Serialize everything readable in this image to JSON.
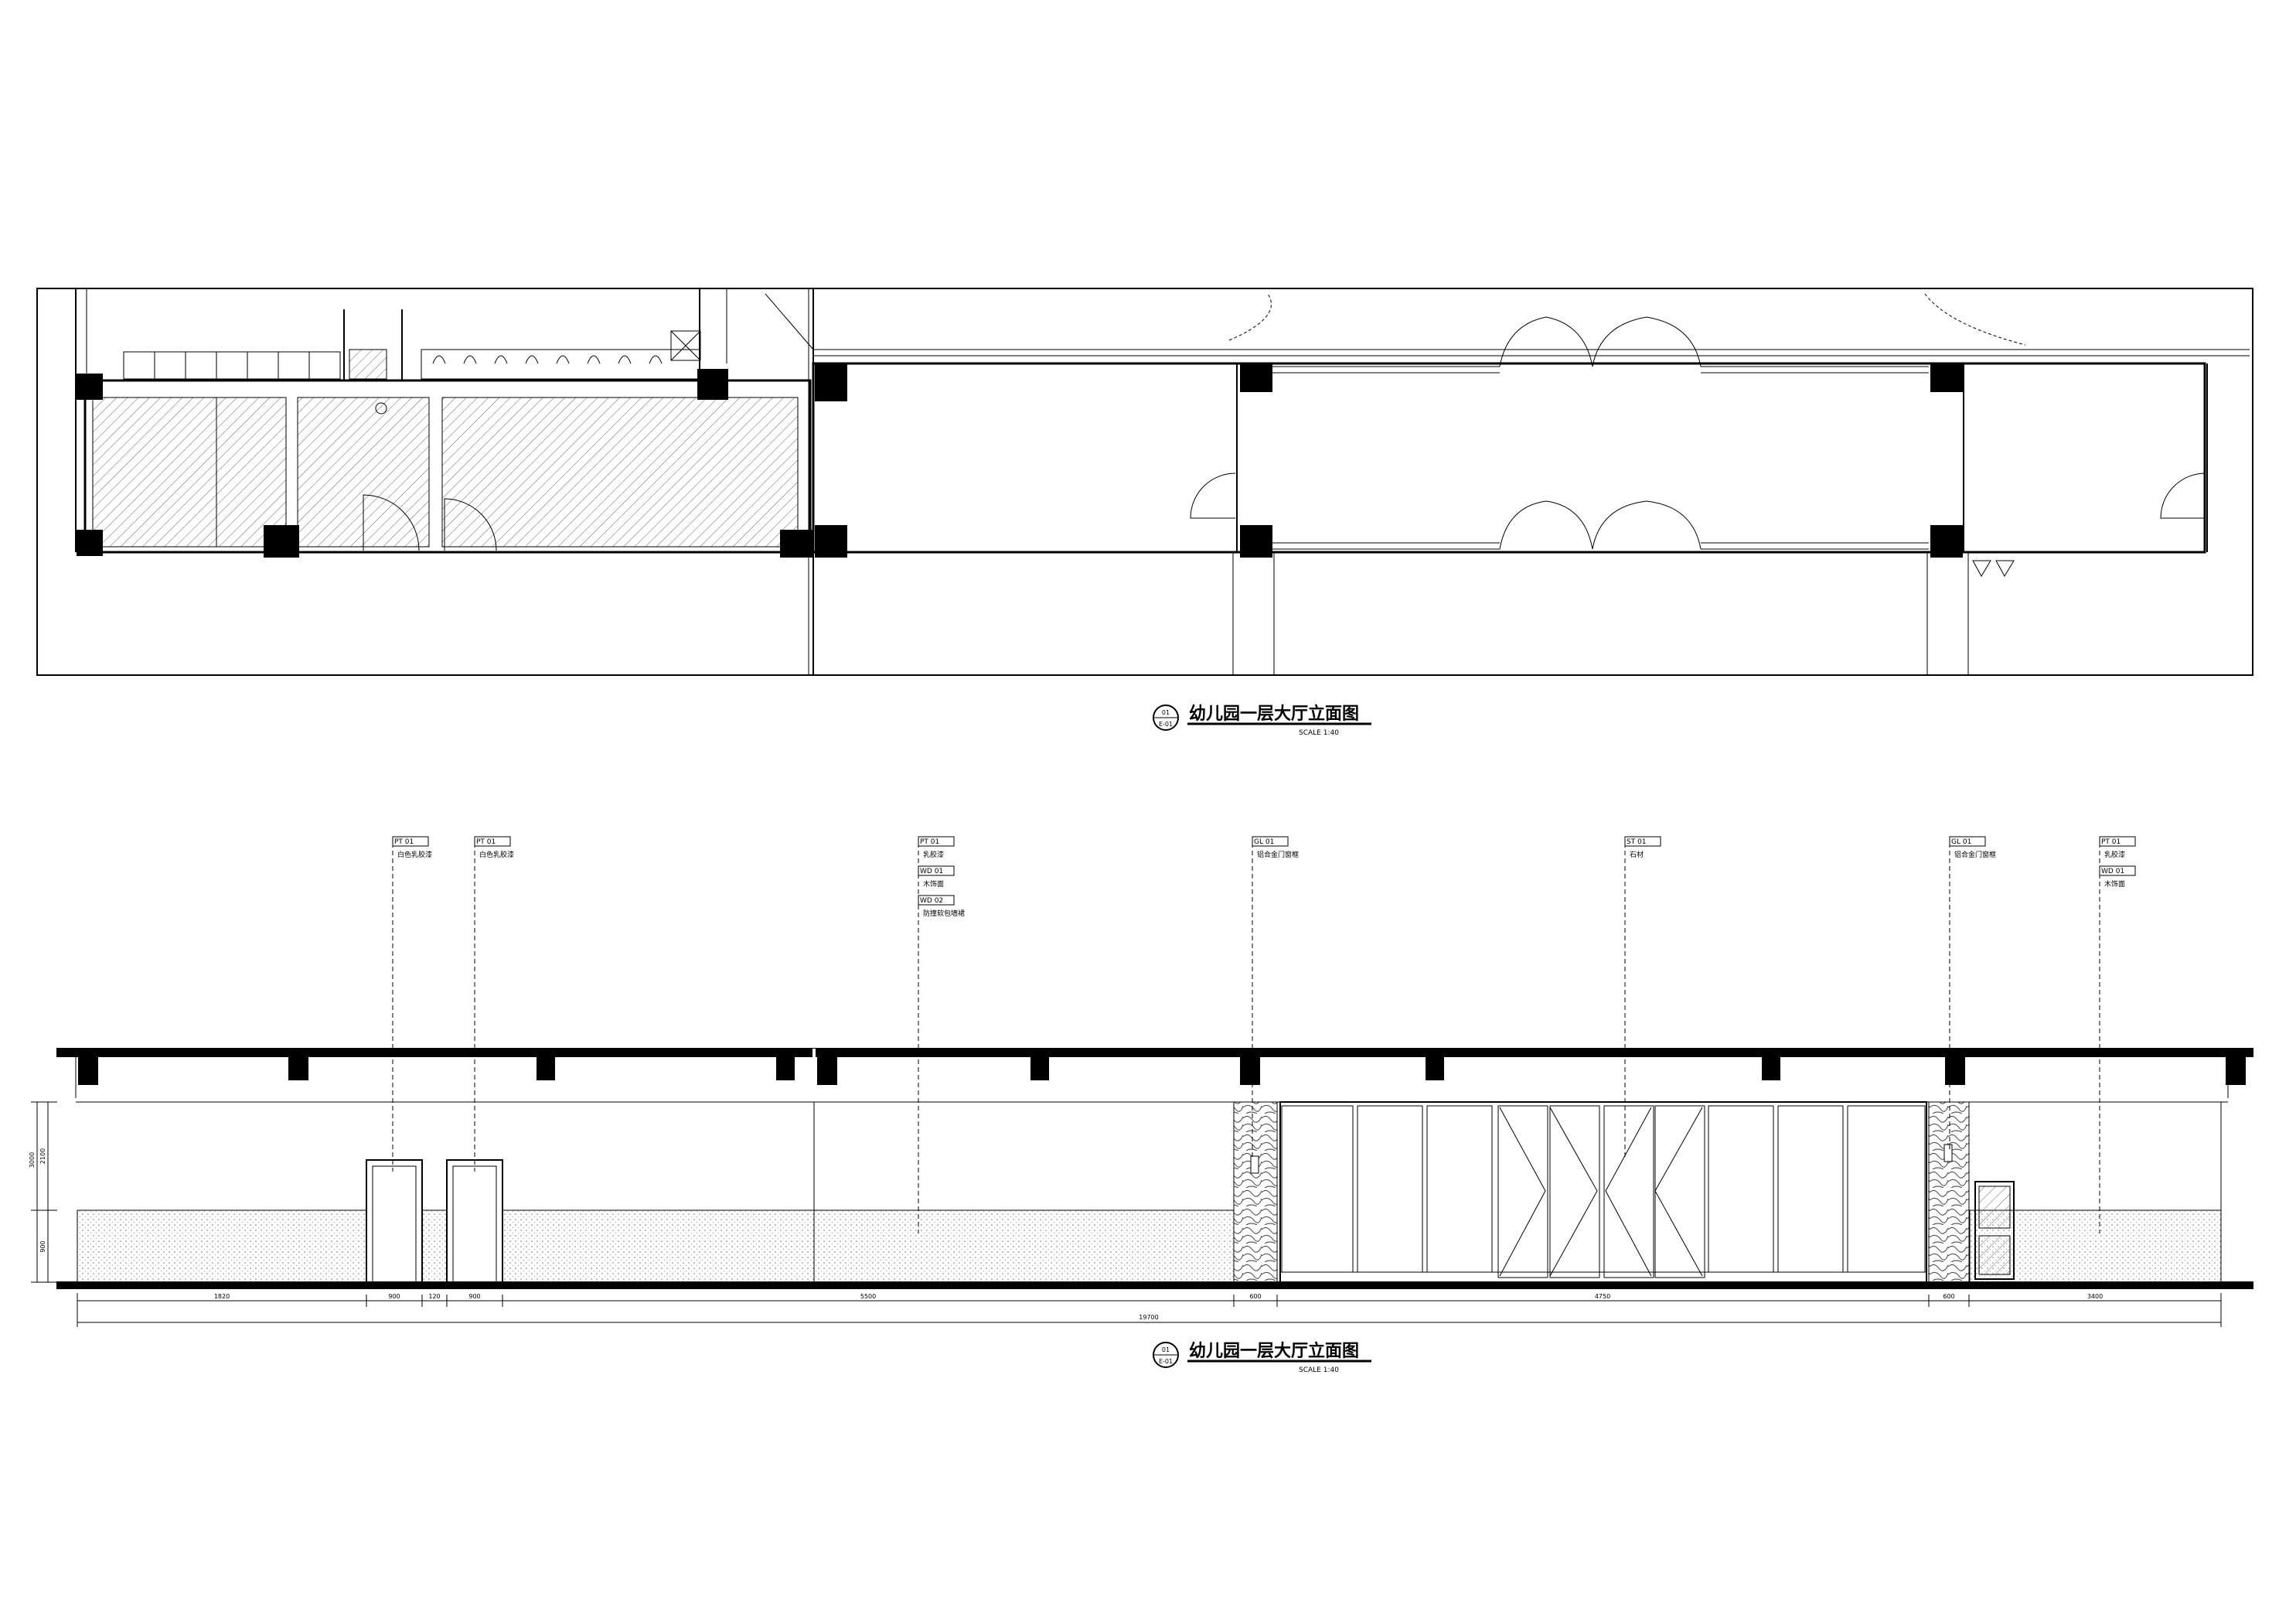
{
  "plan": {
    "title": "幼儿园一层大厅立面图",
    "scale": "SCALE 1:40",
    "tag_top": "01",
    "tag_bottom": "E-01"
  },
  "elevation": {
    "title": "幼儿园一层大厅立面图",
    "scale": "SCALE 1:40",
    "tag_top": "01",
    "tag_bottom": "E-01",
    "callouts": [
      {
        "code": "PT 01",
        "text": "白色乳胶漆"
      },
      {
        "code": "PT 01",
        "text": "白色乳胶漆"
      },
      {
        "code": "PT 01",
        "text": "乳胶漆"
      },
      {
        "code": "WD 01",
        "text": "木饰面"
      },
      {
        "code": "GL 01",
        "text": "铝合金门窗框"
      },
      {
        "code": "ST 01",
        "text": "石材"
      },
      {
        "code": "GL 01",
        "text": "铝合金门窗框"
      },
      {
        "code": "PT 01",
        "text": "乳胶漆"
      },
      {
        "code": "WD 01",
        "text": "木饰面"
      },
      {
        "code": "WD 02",
        "text": "防撞软包墙裙"
      }
    ],
    "dims": [
      "1820",
      "900",
      "120",
      "900",
      "5500",
      "600",
      "4750",
      "600",
      "3400",
      "19700"
    ],
    "height_dims": [
      "3000",
      "2100",
      "900"
    ]
  }
}
